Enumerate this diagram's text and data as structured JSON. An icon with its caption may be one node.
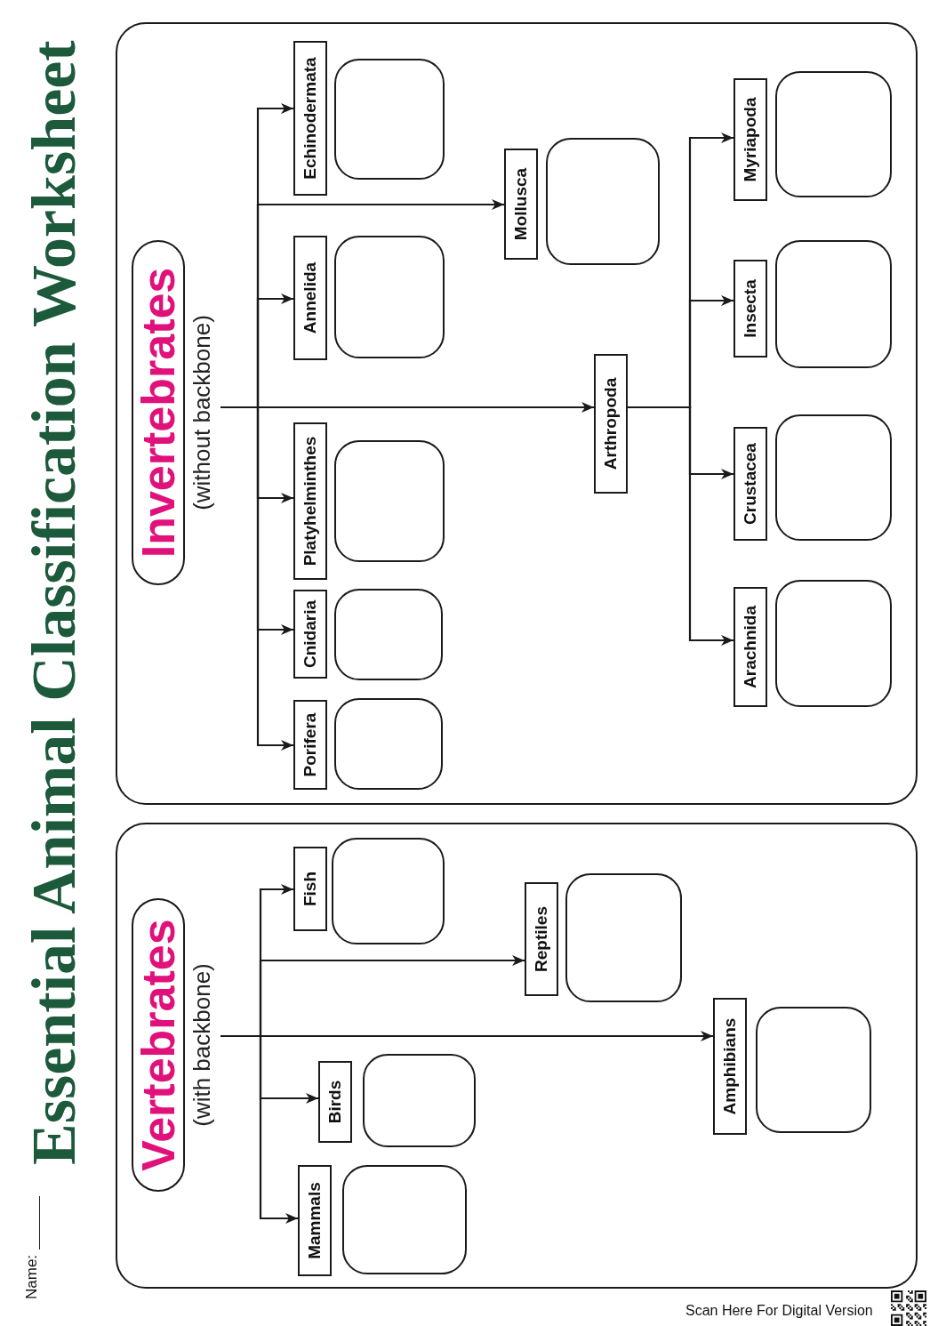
{
  "diagram": {
    "title": "Essential Animal Classification Worksheet",
    "nodes": [
      {
        "text": [],
        "shape": "box"
      },
      {
        "text": [
          "Vertebrates"
        ],
        "beside": [
          "(with backbone)"
        ],
        "in": 0
      },
      {
        "text": [
          "Mammals"
        ],
        "in": 0
      },
      {
        "text": [],
        "shape": "box",
        "in": 0
      },
      {
        "text": [
          "Birds"
        ],
        "in": 0
      },
      {
        "text": [],
        "shape": "box",
        "in": 0
      },
      {
        "text": [
          "Amphibians"
        ],
        "in": 0
      },
      {
        "text": [],
        "shape": "box",
        "in": 0
      },
      {
        "text": [
          "Reptiles"
        ],
        "in": 0
      },
      {
        "text": [],
        "shape": "box",
        "in": 0
      },
      {
        "text": [
          "Fish"
        ],
        "in": 0
      },
      {
        "text": [],
        "shape": "box",
        "in": 0
      },
      {
        "text": [],
        "shape": "box"
      },
      {
        "text": [
          "Invertebrates"
        ],
        "beside": [
          "(without backbone)"
        ],
        "in": 12
      },
      {
        "text": [
          "Porifera"
        ],
        "in": 12
      },
      {
        "text": [],
        "shape": "box",
        "in": 12
      },
      {
        "text": [
          "Cnidaria"
        ],
        "in": 12
      },
      {
        "text": [],
        "shape": "box",
        "in": 12
      },
      {
        "text": [
          "Platyhelminthes"
        ],
        "in": 12
      },
      {
        "text": [],
        "shape": "box",
        "in": 12
      },
      {
        "text": [
          "Annelida"
        ],
        "in": 12
      },
      {
        "text": [],
        "shape": "box",
        "in": 12
      },
      {
        "text": [
          "Mollusca"
        ],
        "in": 12
      },
      {
        "text": [],
        "shape": "box",
        "in": 12
      },
      {
        "text": [
          "Echinodermata"
        ],
        "in": 12
      },
      {
        "text": [],
        "shape": "box",
        "in": 12
      },
      {
        "text": [
          "Arthropoda"
        ],
        "in": 12
      },
      {
        "text": [
          "Arachnida"
        ],
        "in": 12
      },
      {
        "text": [],
        "shape": "box",
        "in": 12
      },
      {
        "text": [
          "Crustacea"
        ],
        "in": 12
      },
      {
        "text": [],
        "shape": "box",
        "in": 12
      },
      {
        "text": [
          "Insecta"
        ],
        "in": 12
      },
      {
        "text": [],
        "shape": "box",
        "in": 12
      },
      {
        "text": [
          "Myriapoda"
        ],
        "in": 12
      },
      {
        "text": [],
        "shape": "box",
        "in": 12
      }
    ],
    "edges": [
      {
        "from": 1,
        "to": 2,
        "arrow": "to"
      },
      {
        "from": 1,
        "to": 4,
        "arrow": "to"
      },
      {
        "from": 1,
        "to": 6,
        "arrow": "to"
      },
      {
        "from": 1,
        "to": 8,
        "arrow": "to"
      },
      {
        "from": 1,
        "to": 10,
        "arrow": "to"
      },
      {
        "from": 13,
        "to": 14,
        "arrow": "to"
      },
      {
        "from": 13,
        "to": 16,
        "arrow": "to"
      },
      {
        "from": 13,
        "to": 18,
        "arrow": "to"
      },
      {
        "from": 13,
        "to": 20,
        "arrow": "to"
      },
      {
        "from": 13,
        "to": 22,
        "arrow": "to"
      },
      {
        "from": 13,
        "to": 24,
        "arrow": "to"
      },
      {
        "from": 13,
        "to": 26,
        "arrow": "to"
      },
      {
        "from": 26,
        "to": 27,
        "arrow": "to"
      },
      {
        "from": 26,
        "to": 29,
        "arrow": "to"
      },
      {
        "from": 26,
        "to": 31,
        "arrow": "to"
      },
      {
        "from": 26,
        "to": 33,
        "arrow": "to"
      }
    ],
    "labels": [
      "Name:",
      "Scan Here For Digital Version"
    ]
  }
}
